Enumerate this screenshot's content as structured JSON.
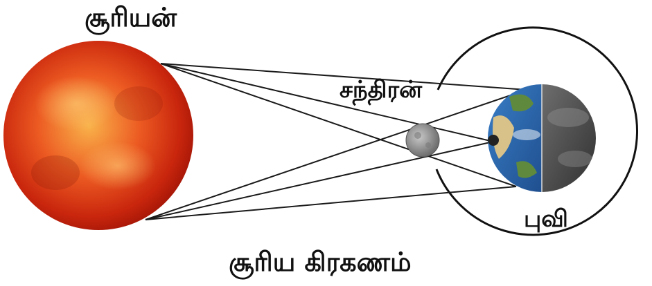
{
  "labels": {
    "sun": "சூரியன்",
    "moon": "சந்திரன்",
    "earth": "புவி",
    "caption": "சூரிய கிரகணம்"
  },
  "colors": {
    "sun_core": "#f7a23a",
    "sun_mid": "#e3401b",
    "sun_edge": "#a31408",
    "earth_ocean": "#2f6db5",
    "earth_land": "#7a9a4a",
    "earth_night": "#4a4a4a",
    "moon": "#9a9a9a",
    "lines": "#1a1a1a"
  }
}
